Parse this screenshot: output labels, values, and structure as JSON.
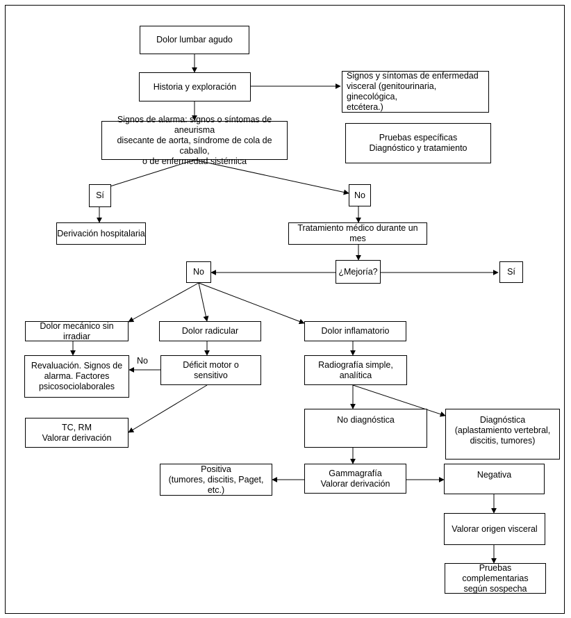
{
  "nodes": {
    "dolor_lumbar": "Dolor lumbar agudo",
    "historia": "Historia y exploración",
    "signos_visceral": "Signos y síntomas de enfermedad\nvisceral (genitourinaria, ginecológica,\netcétera.)",
    "pruebas_especificas": "Pruebas específicas\nDiagnóstico y tratamiento",
    "signos_alarma": "Signos de alarma: signos o síntomas de aneurisma\ndisecante de aorta, síndrome de cola de caballo,\no de enfermedad sistémica",
    "si_1": "Sí",
    "no_1": "No",
    "derivacion_hosp": "Derivación hospitalaria",
    "tratamiento_mes": "Tratamiento médico durante un mes",
    "mejoria": "¿Mejoría?",
    "no_2": "No",
    "si_2": "Sí",
    "dolor_mecanico": "Dolor mecánico sin irradiar",
    "dolor_radicular": "Dolor radicular",
    "dolor_inflamatorio": "Dolor inflamatorio",
    "revaluacion": "Revaluación. Signos de\nalarma. Factores\npsicosociolaborales",
    "deficit": "Déficit motor o\nsensitivo",
    "radiografia": "Radiografía simple,\nanalítica",
    "tc_rm": "TC, RM\nValorar derivación",
    "no_diagnostica": "No diagnóstica",
    "diagnostica": "Diagnóstica\n(aplastamiento vertebral,\ndiscitis, tumores)",
    "positiva": "Positiva\n(tumores, discitis, Paget, etc.)",
    "gammagrafia": "Gammagrafía\nValorar derivación",
    "negativa": "Negativa",
    "origen_visceral": "Valorar origen visceral",
    "pruebas_complementarias": "Pruebas complementarias\nsegún sospecha"
  },
  "edge_labels": {
    "deficit_no": "No"
  }
}
